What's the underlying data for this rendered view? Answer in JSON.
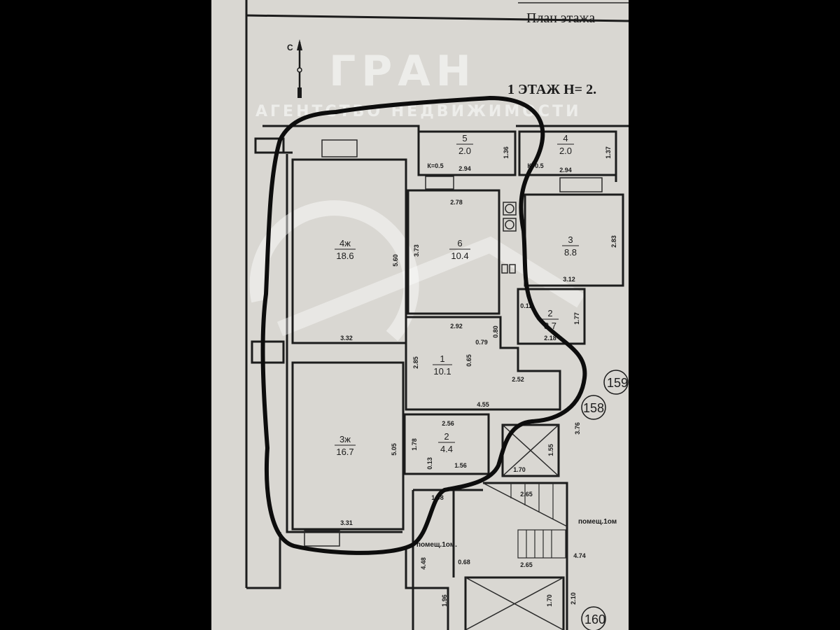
{
  "header": {
    "title": "План этажа",
    "floor_label": "1 ЭТАЖ  Н= 2.",
    "north_label": "С"
  },
  "watermark": {
    "brand": "ГРАН",
    "tagline": "АГЕНТСТВО НЕДВИЖИМОСТИ"
  },
  "rooms": [
    {
      "number": "4ж",
      "area": "18.6",
      "dims": [
        "5.60",
        "3.32"
      ]
    },
    {
      "number": "3ж",
      "area": "16.7",
      "dims": [
        "5.05",
        "3.31"
      ]
    },
    {
      "number": "6",
      "area": "10.4",
      "dims": [
        "2.78",
        "3.73"
      ]
    },
    {
      "number": "5",
      "area": "2.0",
      "dims": [
        "1.36",
        "2.94",
        "К=0.5"
      ]
    },
    {
      "number": "4",
      "area": "2.0",
      "dims": [
        "1.37",
        "2.94",
        "К=0.5"
      ]
    },
    {
      "number": "3",
      "area": "8.8",
      "dims": [
        "2.83",
        "3.12"
      ]
    },
    {
      "number": "2",
      "area": "3.7",
      "dims": [
        "1.77",
        "0.12",
        "2.18"
      ]
    },
    {
      "number": "1",
      "area": "10.1",
      "dims": [
        "2.92",
        "0.80",
        "0.79",
        "0.65",
        "2.85",
        "2.52",
        "4.55"
      ]
    },
    {
      "number": "2",
      "area": "4.4",
      "dims": [
        "2.56",
        "1.78",
        "1.56",
        "0.13"
      ]
    }
  ],
  "other": {
    "lift_dims": [
      "1.70",
      "1.55"
    ],
    "stair_dims": [
      "3.76",
      "2.65",
      "4.74",
      "2.65",
      "1.98",
      "4.48",
      "0.68",
      "1.96",
      "1.70",
      "2.10"
    ],
    "common_room_1": "помещ.1ом.",
    "common_room_2": "помещ.1ом",
    "apartment_markers": [
      "158",
      "159",
      "160"
    ]
  }
}
